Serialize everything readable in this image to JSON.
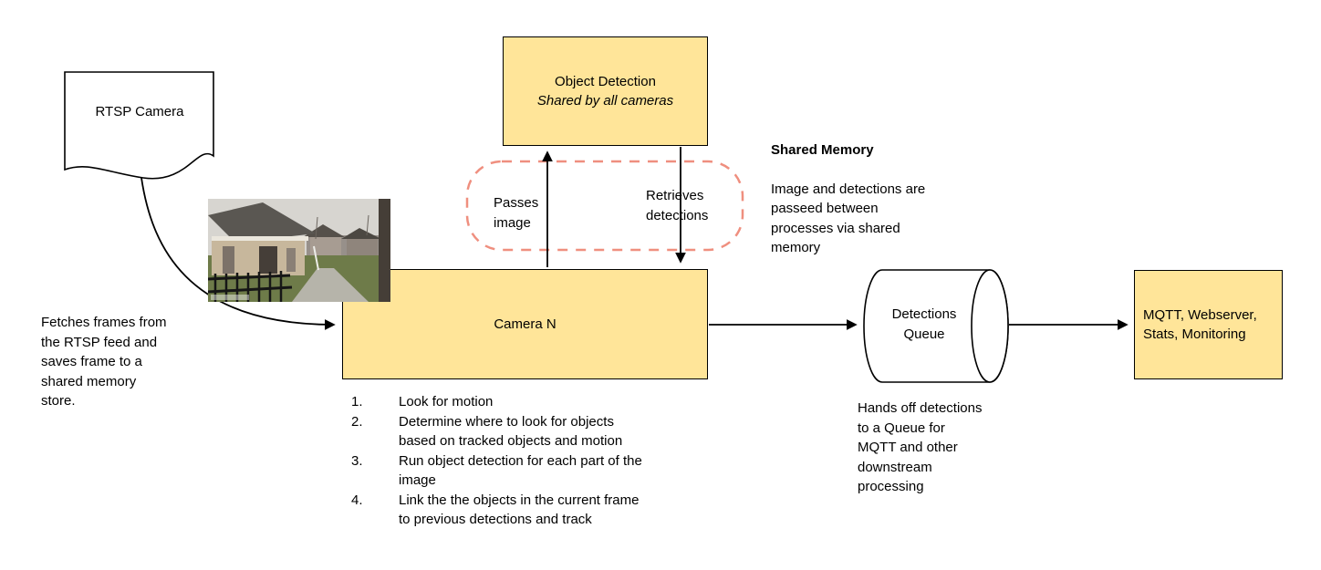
{
  "colors": {
    "node_fill": "#ffe599",
    "node_border": "#000000",
    "shared_memory_dash": "#ef8f7f",
    "connector": "#000000"
  },
  "nodes": {
    "rtsp_camera": {
      "label": "RTSP Camera"
    },
    "object_detection": {
      "title": "Object Detection",
      "subtitle": "Shared by all cameras"
    },
    "camera_n": {
      "label": "Camera N"
    },
    "detections_queue": {
      "label": "Detections\nQueue"
    },
    "mqtt": {
      "label": "MQTT, Webserver,\nStats, Monitoring"
    }
  },
  "labels": {
    "passes_image": "Passes\nimage",
    "retrieves_detections": "Retrieves\ndetections",
    "shared_memory_title": "Shared Memory",
    "shared_memory_body": "Image and detections are\npasseed between\nprocesses via shared\nmemory",
    "fetch_note": "Fetches frames from\nthe RTSP feed and\nsaves frame to a\nshared memory\nstore.",
    "queue_note": "Hands off detections\nto a Queue for\nMQTT and other\ndownstream\nprocessing"
  },
  "camera_steps": [
    {
      "num": "1.",
      "text": "Look for motion"
    },
    {
      "num": "2.",
      "text": "Determine where to look for objects\nbased on tracked objects and motion"
    },
    {
      "num": "3.",
      "text": "Run object detection for each part of the\nimage"
    },
    {
      "num": "4.",
      "text": "Link the the objects in the current frame\nto previous detections and track"
    }
  ]
}
